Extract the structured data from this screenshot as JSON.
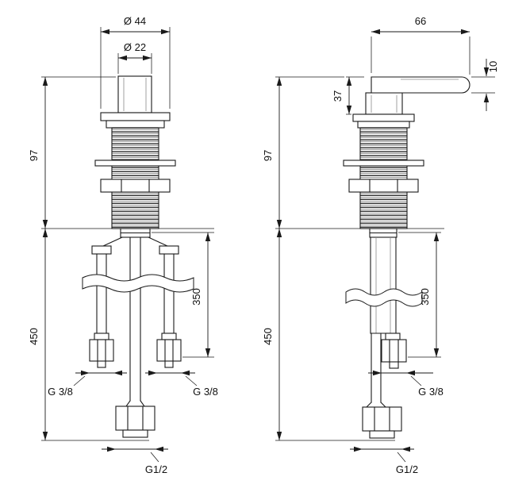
{
  "drawing": {
    "type": "technical-dimension-drawing",
    "subject": "basin tap spout and lever valve, installation dimensions",
    "colors": {
      "line": "#1a1a1a",
      "background": "#ffffff"
    },
    "left_view": {
      "dia_outer": "Ø 44",
      "dia_inner": "Ø 22",
      "height_upper": "97",
      "height_lower": "450",
      "hose_length": "350",
      "thread_left": "G 3/8",
      "thread_right": "G 3/8",
      "thread_bottom": "G1/2"
    },
    "right_view": {
      "lever_length": "66",
      "lever_thickness": "10",
      "lever_height": "37",
      "height_upper": "97",
      "height_lower": "450",
      "hose_length": "350",
      "thread_side": "G 3/8",
      "thread_bottom": "G1/2"
    }
  }
}
